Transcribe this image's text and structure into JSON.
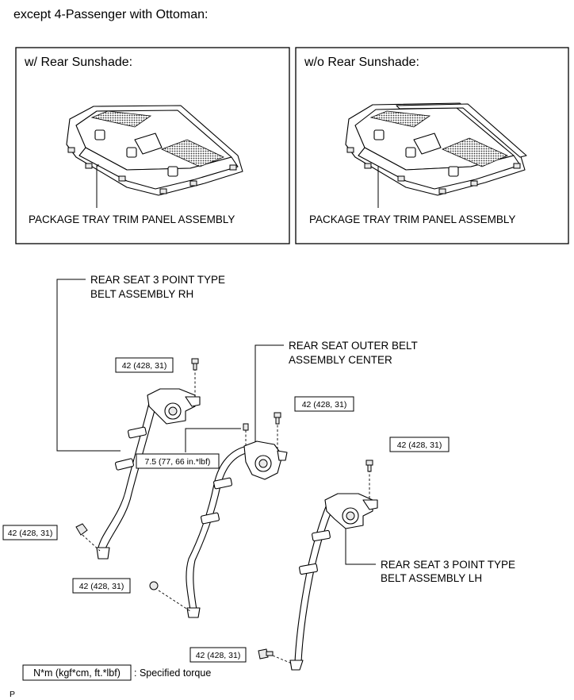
{
  "header": {
    "condition": "except 4-Passenger with Ottoman:"
  },
  "panels": [
    {
      "title": "w/ Rear Sunshade:",
      "part_label": "PACKAGE TRAY TRIM PANEL ASSEMBLY"
    },
    {
      "title": "w/o Rear Sunshade:",
      "part_label": "PACKAGE TRAY TRIM PANEL ASSEMBLY"
    }
  ],
  "belts": {
    "rh": {
      "line1": "REAR SEAT 3 POINT TYPE",
      "line2": "BELT ASSEMBLY RH"
    },
    "center": {
      "line1": "REAR SEAT OUTER BELT",
      "line2": "ASSEMBLY CENTER"
    },
    "lh": {
      "line1": "REAR SEAT 3 POINT TYPE",
      "line2": "BELT ASSEMBLY LH"
    }
  },
  "torques": {
    "rh_upper": "42 (428, 31)",
    "rh_lower": "42 (428, 31)",
    "center_upper": "42 (428, 31)",
    "center_small": "7.5 (77, 66 in.*lbf)",
    "center_lower": "42 (428, 31)",
    "lh_upper": "42 (428, 31)",
    "lh_lower": "42 (428, 31)"
  },
  "legend": {
    "unit": "N*m (kgf*cm, ft.*lbf)",
    "description": ": Specified torque"
  },
  "footer": {
    "code": "P"
  }
}
